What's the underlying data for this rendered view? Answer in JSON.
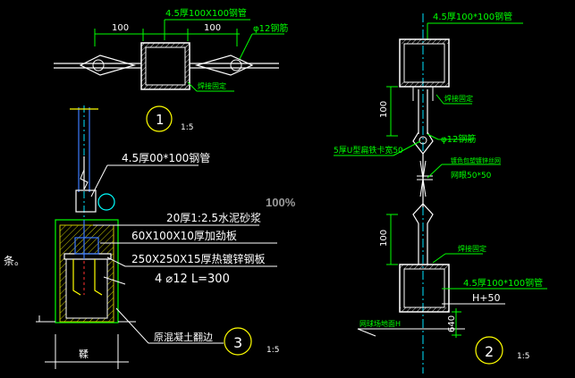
{
  "zoom_label": "100%",
  "colors": {
    "background": "#000000",
    "white": "#ffffff",
    "green": "#00ff00",
    "cyan": "#00e5ff",
    "yellow": "#ffff00",
    "hatch": "#d2d200",
    "steel": "#3c7cff",
    "red": "#ff3030",
    "center_line": "#00ffff"
  },
  "detail1": {
    "tube_spec": "4.5厚100X100钢管",
    "dim_left": "100",
    "dim_right": "100",
    "bar_spec": "φ12钢筋",
    "weld_note": "焊接固定",
    "callout": "1",
    "scale": "1:5"
  },
  "detail2": {
    "top_tube_spec": "4.5厚100*100钢管",
    "weld_note_top": "焊接固定",
    "dim_top": "100",
    "ushape_note": "5厚U型扁铁卡宽50",
    "bar_spec": "φ12钢筋",
    "wire_note": "镀色包塑镀锌丝网",
    "mesh_spec": "网眼50*50",
    "dim_bottom": "100",
    "weld_note_bottom": "焊接固定",
    "bottom_tube_spec": "4.5厚100*100钢管",
    "height_note": "H+50",
    "ground_note": "网球场地面H",
    "dim_depth": "640",
    "callout": "2",
    "scale": "1:5"
  },
  "detail3": {
    "tube_spec": "4.5厚00*100钢管",
    "mortar": "20厚1:2.5水泥砂浆",
    "plate1": "60X100X10厚加劲板",
    "plate2": "250X250X15厚热镀锌钢板",
    "anchor": "4 ⌀12  L=300",
    "concrete": "原混凝土翻边",
    "base_label": "鞣",
    "callout": "3",
    "scale": "1:5"
  },
  "edge_fragment": "条。"
}
